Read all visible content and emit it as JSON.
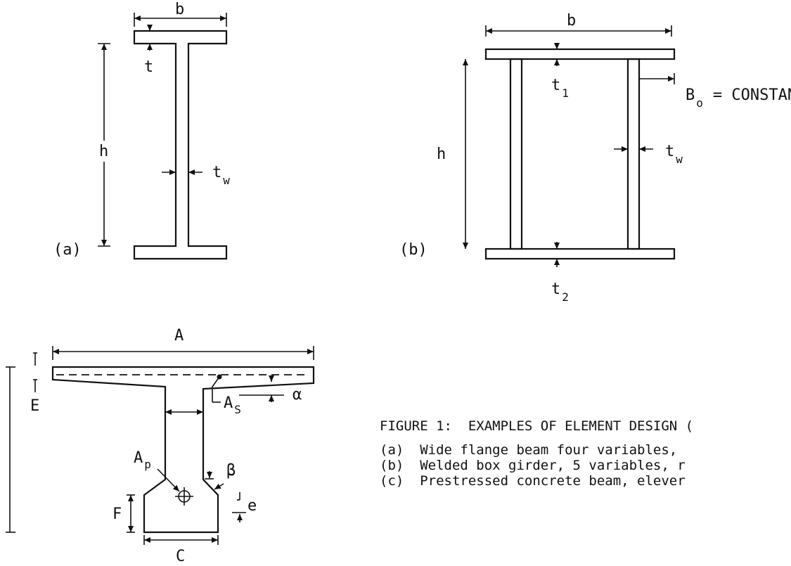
{
  "figure_a": {
    "tag": "(a)",
    "label_b": "b",
    "label_t": "t",
    "label_h": "h",
    "label_tw": "t",
    "label_tw_sub": "w"
  },
  "figure_b": {
    "tag": "(b)",
    "label_b": "b",
    "label_h": "h",
    "label_t1": "t",
    "label_t1_sub": "1",
    "label_t2": "t",
    "label_t2_sub": "2",
    "label_tw": "t",
    "label_tw_sub": "w",
    "label_bo": "B",
    "label_bo_sub": "o",
    "label_bo_text": "= CONSTANT"
  },
  "figure_c": {
    "label_A": "A",
    "label_E": "E",
    "label_As": "A",
    "label_As_sub": "S",
    "label_alpha": "α",
    "label_Ap": "A",
    "label_Ap_sub": "p",
    "label_beta": "β",
    "label_F": "F",
    "label_e": "e",
    "label_C": "C"
  },
  "caption": {
    "title": "FIGURE 1:  EXAMPLES OF ELEMENT DESIGN (",
    "line_a": "(a)  Wide flange beam four variables,",
    "line_b": "(b)  Welded box girder, 5 variables, r",
    "line_c": "(c)  Prestressed concrete beam, elever"
  }
}
